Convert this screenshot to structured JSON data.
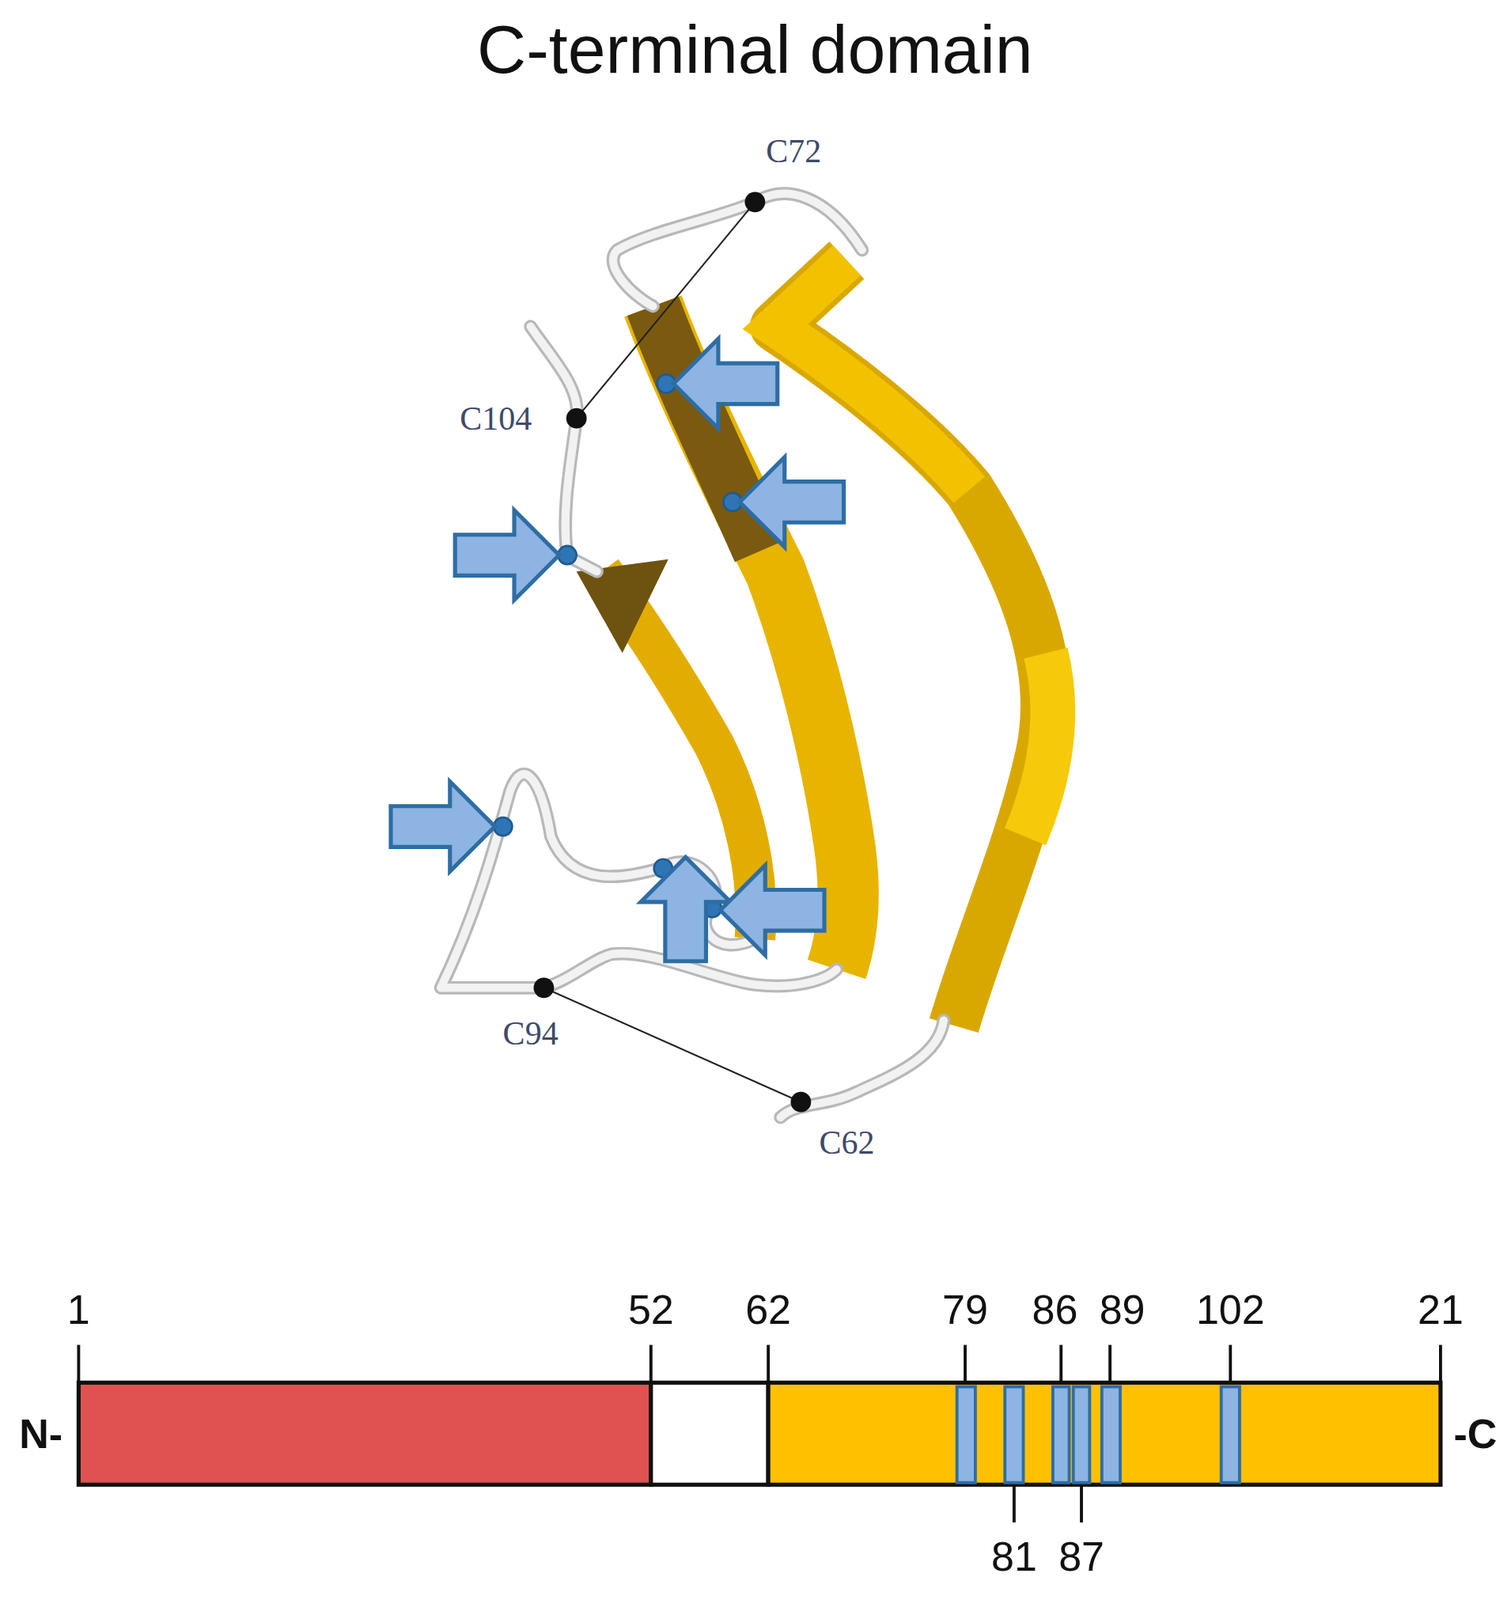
{
  "diagram": {
    "title": "C-terminal domain",
    "labels": [
      "C72",
      "C104",
      "C94",
      "C62",
      "1",
      "52",
      "62",
      "79",
      "86",
      "89",
      "102",
      "21",
      "81",
      "87",
      "N-",
      "-C"
    ]
  }
}
